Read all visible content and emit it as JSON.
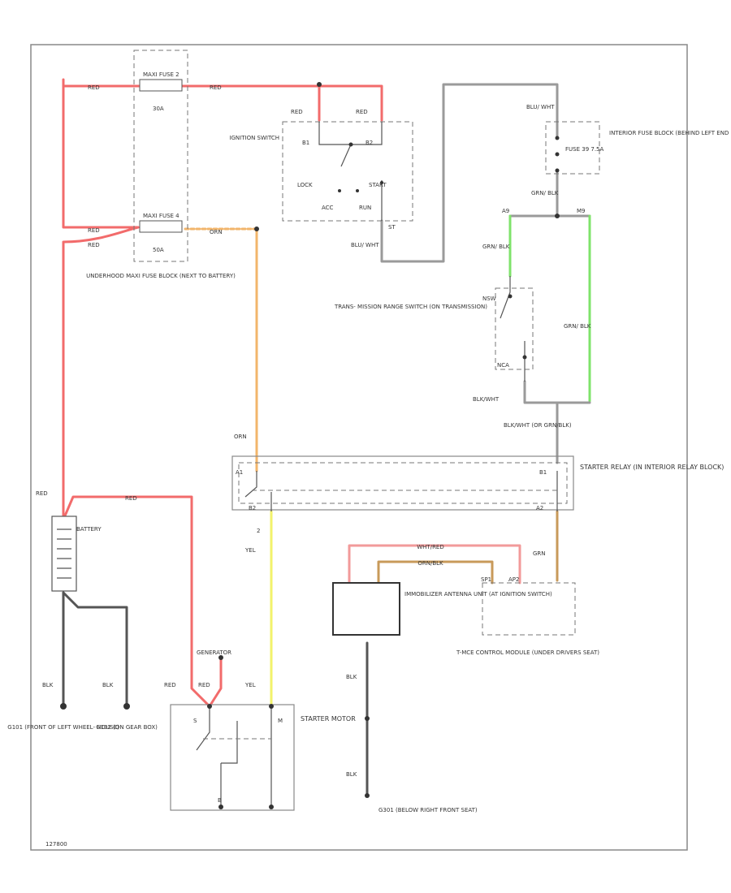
{
  "colors": {
    "red": "#f26b6b",
    "grey": "#9a9a9a",
    "orange": "#f2b56b",
    "green": "#7fe36b",
    "yellow": "#f2f26b",
    "pink": "#f29a9a",
    "brown": "#c89a5a",
    "dark_grey": "#555555"
  },
  "labels": {
    "red_fuse_top": "RED",
    "red_main_left": "RED",
    "fuse_maxi_top": "MAXI FUSE 2",
    "fuse_30a": "30A",
    "fuse_maxi_bottom": "MAXI FUSE 4",
    "fuse_50a": "50A",
    "red_left_a": "RED",
    "red_left_b": "RED",
    "orn_fuse": "ORN",
    "underhood_block": "UNDERHOOD MAXI FUSE BLOCK (NEXT TO BATTERY)",
    "ign_red_left": "RED",
    "ign_red_right": "RED",
    "ign_switch_name": "IGNITION SWITCH",
    "ign_b1": "B1",
    "ign_b2": "B2",
    "ign_lock": "LOCK",
    "ign_start": "START",
    "ign_acc": "ACC",
    "ign_run": "RUN",
    "ign_st": "ST",
    "blu_wht_a": "BLU/ WHT",
    "blu_wht_b": "BLU/ WHT",
    "int_fuse_num": "FUSE 39 7.5A",
    "int_fuse_block": "INTERIOR FUSE BLOCK (BEHIND LEFT END OF DASH)",
    "grn_blk_a": "GRN/ BLK",
    "a9": "A9",
    "m9": "M9",
    "grn_blk_b": "GRN/ BLK",
    "grn_blk_c": "GRN/ BLK",
    "trans_range": "TRANS- MISSION RANGE SWITCH (ON TRANSMISSION)",
    "nsw": "NSW",
    "nca": "NCA",
    "blk_wht_a": "BLK/WHT",
    "blk_wht_b": "BLK/WHT (OR GRN/BLK)",
    "starter_relay": "STARTER RELAY (IN INTERIOR RELAY BLOCK)",
    "orn_relay": "ORN",
    "relay_a1": "A1",
    "relay_b1": "B1",
    "relay_b2": "B2",
    "relay_a2": "A2",
    "relay_in": "2",
    "yel_a": "YEL",
    "red_batt_a": "RED",
    "red_batt_b": "RED",
    "battery": "BATTERY",
    "grn_relay": "GRN",
    "wht_red": "WHT/RED",
    "orn_blk": "ORN/BLK",
    "immob_antenna": "IMMOBILIZER ANTENNA UNIT (AT IGNITION SWITCH)",
    "tcm": "T-MCE CONTROL MODULE (UNDER DRIVERS SEAT)",
    "tcm_pin_a": "SP1",
    "tcm_pin_b": "AP2",
    "blk_a": "BLK",
    "blk_b": "BLK",
    "blk_c": "BLK",
    "blk_d": "BLK",
    "generator": "GENERATOR",
    "gen_red_a": "RED",
    "gen_red_b": "RED",
    "yel_b": "YEL",
    "starter_motor": "STARTER MOTOR",
    "ground_g101": "G101 (FRONT OF LEFT WHEEL- HOUSE)",
    "ground_g102": "G102 (ON GEAR BOX)",
    "ground_g301": "G301 (BELOW RIGHT FRONT SEAT)",
    "sm_s": "S",
    "sm_m": "M",
    "sm_b": "B",
    "code": "127800"
  }
}
